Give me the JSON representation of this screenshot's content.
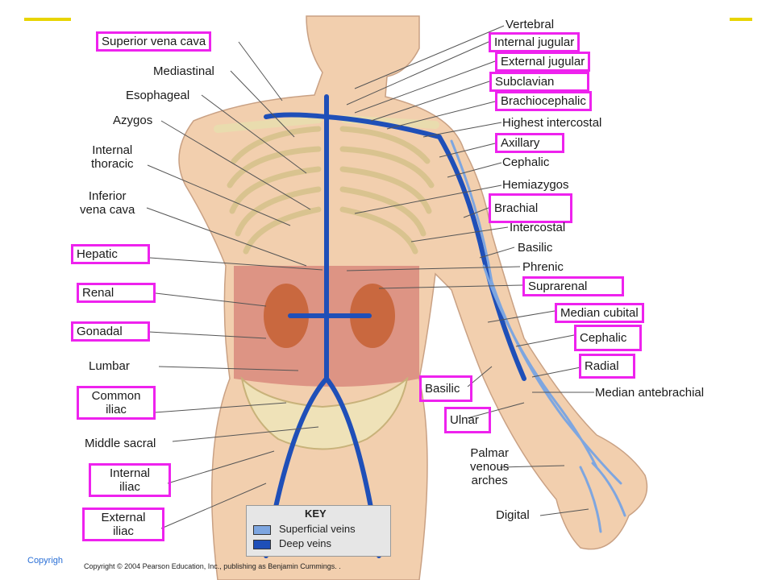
{
  "colors": {
    "superficial": "#7ea6e0",
    "deep": "#1f4fb8",
    "skin": "#f2cfae",
    "bone": "#efe2b8",
    "highlight_box": "#ee22ee",
    "slide_accent": "#e8d400"
  },
  "labels_left": [
    {
      "id": "superior-vena-cava",
      "text": "Superior vena cava",
      "boxed": true
    },
    {
      "id": "mediastinal",
      "text": "Mediastinal",
      "boxed": false
    },
    {
      "id": "esophageal",
      "text": "Esophageal",
      "boxed": false
    },
    {
      "id": "azygos",
      "text": "Azygos",
      "boxed": false
    },
    {
      "id": "internal-thoracic",
      "text": "Internal\nthoracic",
      "boxed": false
    },
    {
      "id": "inferior-vena-cava",
      "text": "Inferior\nvena cava",
      "boxed": false
    },
    {
      "id": "hepatic",
      "text": "Hepatic",
      "boxed": true
    },
    {
      "id": "renal",
      "text": "Renal",
      "boxed": true
    },
    {
      "id": "gonadal",
      "text": "Gonadal",
      "boxed": true
    },
    {
      "id": "lumbar",
      "text": "Lumbar",
      "boxed": false
    },
    {
      "id": "common-iliac",
      "text": "Common\niliac",
      "boxed": true
    },
    {
      "id": "middle-sacral",
      "text": "Middle sacral",
      "boxed": false
    },
    {
      "id": "internal-iliac",
      "text": "Internal\niliac",
      "boxed": true
    },
    {
      "id": "external-iliac",
      "text": "External\niliac",
      "boxed": true
    }
  ],
  "labels_right": [
    {
      "id": "vertebral",
      "text": "Vertebral",
      "boxed": false
    },
    {
      "id": "internal-jugular",
      "text": "Internal jugular",
      "boxed": true
    },
    {
      "id": "external-jugular",
      "text": "External jugular",
      "boxed": true
    },
    {
      "id": "subclavian",
      "text": "Subclavian",
      "boxed": true
    },
    {
      "id": "brachiocephalic",
      "text": "Brachiocephalic",
      "boxed": true
    },
    {
      "id": "highest-intercostal",
      "text": "Highest intercostal",
      "boxed": false
    },
    {
      "id": "axillary",
      "text": "Axillary",
      "boxed": true
    },
    {
      "id": "cephalic-upper",
      "text": "Cephalic",
      "boxed": false
    },
    {
      "id": "hemiazygos",
      "text": "Hemiazygos",
      "boxed": false
    },
    {
      "id": "brachial",
      "text": "Brachial",
      "boxed": true
    },
    {
      "id": "intercostal",
      "text": "Intercostal",
      "boxed": false
    },
    {
      "id": "basilic-upper",
      "text": "Basilic",
      "boxed": false
    },
    {
      "id": "phrenic",
      "text": "Phrenic",
      "boxed": false
    },
    {
      "id": "suprarenal",
      "text": "Suprarenal",
      "boxed": true
    },
    {
      "id": "median-cubital",
      "text": "Median cubital",
      "boxed": true
    },
    {
      "id": "cephalic-lower",
      "text": "Cephalic",
      "boxed": true
    },
    {
      "id": "radial",
      "text": "Radial",
      "boxed": true
    },
    {
      "id": "basilic-lower",
      "text": "Basilic",
      "boxed": true
    },
    {
      "id": "median-antebrachial",
      "text": "Median antebrachial",
      "boxed": false
    },
    {
      "id": "ulnar",
      "text": "Ulnar",
      "boxed": true
    },
    {
      "id": "palmar-venous-arches",
      "text": "Palmar\nvenous\narches",
      "boxed": false
    },
    {
      "id": "digital",
      "text": "Digital",
      "boxed": false
    }
  ],
  "key": {
    "title": "KEY",
    "items": [
      {
        "label": "Superficial veins",
        "color": "#7ea6e0"
      },
      {
        "label": "Deep veins",
        "color": "#1f4fb8"
      }
    ]
  },
  "footer": {
    "copyright_small": "Copyrigh",
    "copyright": "Copyright © 2004 Pearson Education, Inc., publishing as Benjamin Cummings. ."
  }
}
